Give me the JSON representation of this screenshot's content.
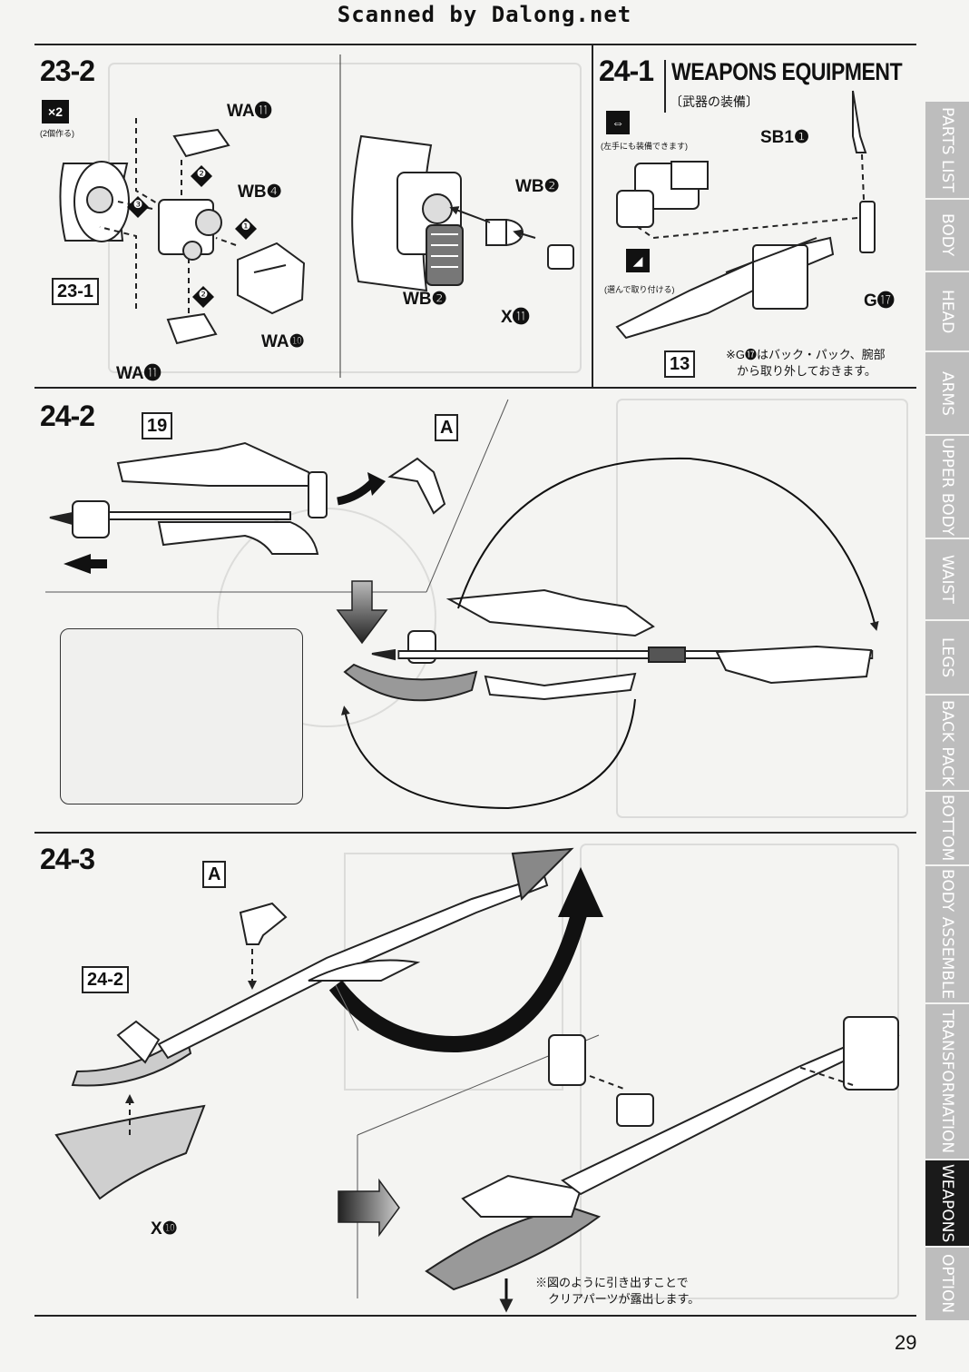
{
  "header": {
    "scan_credit": "Scanned by Dalong.net"
  },
  "steps": {
    "s23_2": {
      "title": "23-2",
      "multiplier": "×2",
      "multiplier_note": "(2個作る)",
      "ref_box": "23-1",
      "labels": {
        "wa11_top": "WA⓫",
        "wb4": "WB❹",
        "wa10": "WA❿",
        "wa11_bottom": "WA⓫",
        "wb2_top": "WB❷",
        "wb2_bottom": "WB❷",
        "x11": "X⓫"
      },
      "order_marks": [
        "❶",
        "❷",
        "❷",
        "❸"
      ]
    },
    "s24_1": {
      "title": "24-1",
      "subtitle": "WEAPONS EQUIPMENT",
      "subtitle_jp": "〔武器の装備〕",
      "icon_note_left_hand": "(左手にも装備できます)",
      "icon_note_choose": "(選んで取り付ける)",
      "labels": {
        "sb1": "SB1❶",
        "g17": "G⓱"
      },
      "ref_box": "13",
      "note_line1": "※G⓱はバック・パック、腕部",
      "note_line2": "から取り外しておきます。"
    },
    "s24_2": {
      "title": "24-2",
      "ref_box_19": "19",
      "ref_box_a": "A"
    },
    "s24_3": {
      "title": "24-3",
      "ref_box_a": "A",
      "ref_box_24_2": "24-2",
      "label_x10": "X❿",
      "note_line1": "※図のように引き出すことで",
      "note_line2": "クリアパーツが露出します。"
    }
  },
  "side_tabs": [
    "PARTS LIST",
    "BODY",
    "HEAD",
    "ARMS",
    "UPPER BODY",
    "WAIST",
    "LEGS",
    "BACK PACK",
    "BOTTOM",
    "BODY ASSEMBLE",
    "TRANSFORMATION",
    "WEAPONS",
    "OPTION"
  ],
  "active_tab": "WEAPONS",
  "page_number": "29"
}
